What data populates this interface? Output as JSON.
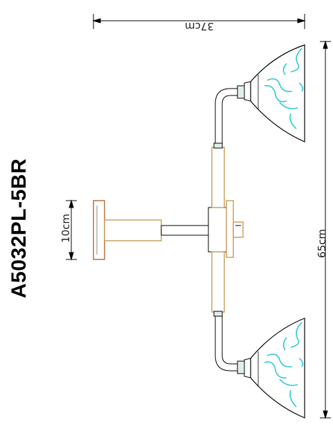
{
  "model": {
    "code": "A5032PL-5BR"
  },
  "dimensions": {
    "width_label": "37cm",
    "height_label": "65cm",
    "canopy_label": "10cm"
  },
  "colors": {
    "line": "#000000",
    "brass": "#c8a060",
    "glass_swirl": "#2ec8d4",
    "canopy": "#b07040"
  }
}
